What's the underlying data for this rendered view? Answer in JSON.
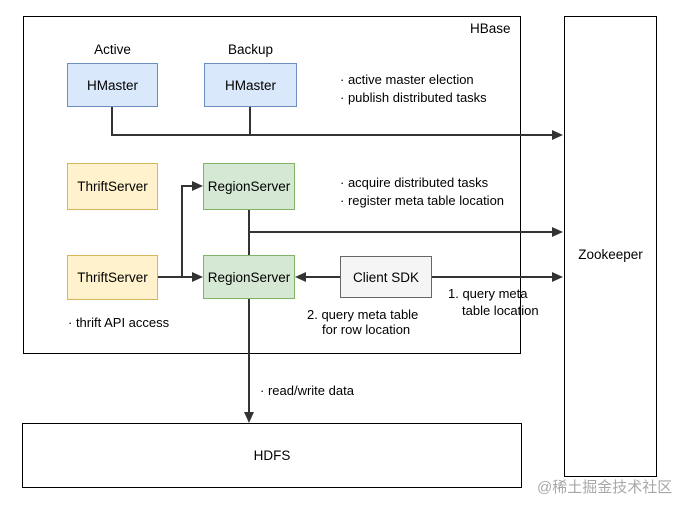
{
  "containers": {
    "hbase": "HBase",
    "zookeeper": "Zookeeper",
    "hdfs": "HDFS"
  },
  "nodes": {
    "hmaster_active_role": "Active",
    "hmaster_backup_role": "Backup",
    "hmaster_active": "HMaster",
    "hmaster_backup": "HMaster",
    "thrift_server_1": "ThriftServer",
    "thrift_server_2": "ThriftServer",
    "region_server_1": "RegionServer",
    "region_server_2": "RegionServer",
    "client_sdk": "Client SDK"
  },
  "annotations": {
    "master": [
      "· active master election",
      "· publish distributed tasks"
    ],
    "region": [
      "· acquire distributed tasks",
      "· register meta table location"
    ],
    "thrift": "· thrift API access",
    "client_meta": [
      "1. query meta",
      "table location"
    ],
    "client_row": [
      "2. query meta table",
      "for row location"
    ],
    "read_write": "· read/write data"
  },
  "colors": {
    "hmaster_fill": "#DAE8FC",
    "hmaster_border": "#6C8EBF",
    "thrift_fill": "#FFF2CC",
    "thrift_border": "#D6B656",
    "region_fill": "#D5E8D4",
    "region_border": "#82B366",
    "client_fill": "#F5F5F5",
    "client_border": "#666666",
    "connector": "#333333",
    "watermark_text_color": "#A8A8A8"
  },
  "watermark": "@稀土掘金技术社区"
}
